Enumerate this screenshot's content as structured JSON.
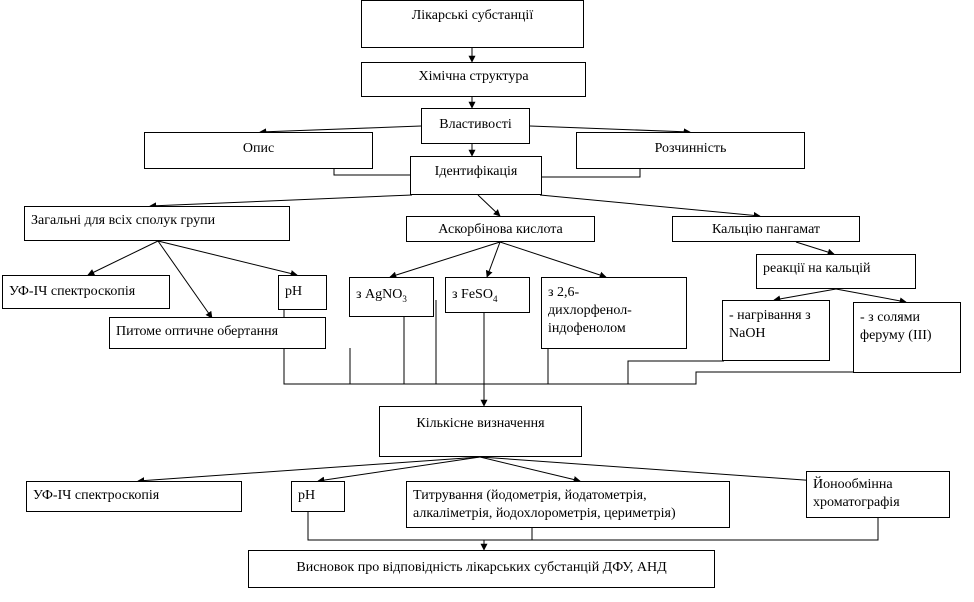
{
  "nodes": {
    "substances": "Лікарські субстанції",
    "structure": "Хімічна структура",
    "properties": "Властивості",
    "description": "Опис",
    "solubility": "Розчинність",
    "identification": "Ідентифікація",
    "general": "Загальні для всіх сполук групи",
    "ascorbic": "Аскорбінова кислота",
    "pangamate": "Кальцію пангамат",
    "uv_ir_1": "УФ-ІЧ спектроскопія",
    "ph_1": "pH",
    "optical": "Питоме оптичне обертання",
    "agno3_prefix": "з AgNO",
    "agno3_sub": "3",
    "feso4_prefix": "з FeSO",
    "feso4_sub": "4",
    "dichlorophenol": "з 2,6-дихлорфенол-індофенолом",
    "calcium_reactions": "реакції на кальцій",
    "heating": "- нагрівання з NaOH",
    "iron_salts": "- з солями феруму (ІІІ)",
    "quantitative": "Кількісне визначення",
    "uv_ir_2": "УФ-ІЧ спектроскопія",
    "ph_2": "pH",
    "titration": "Титрування (йодометрія, йодатометрія, алкаліметрія, йодохлорометрія, цериметрія)",
    "ion_exchange": "Йонообмінна хроматографія",
    "conclusion": "Висновок про відповідність лікарських субстанцій ДФУ, АНД"
  }
}
